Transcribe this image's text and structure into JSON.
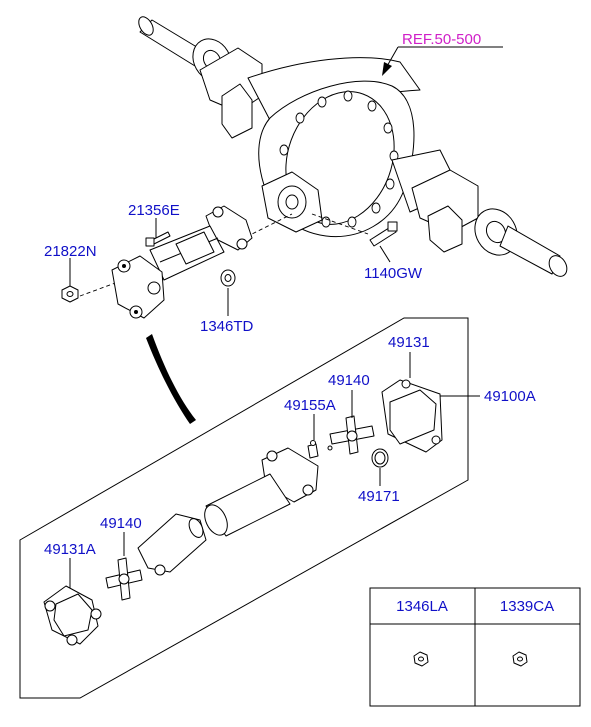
{
  "colors": {
    "part_number": "#1010c8",
    "reference": "#d020c8",
    "line": "#000000"
  },
  "labels": {
    "ref": "REF.50-500",
    "p21356E": "21356E",
    "p21822N": "21822N",
    "p1140GW": "1140GW",
    "p1346TD": "1346TD",
    "p49131": "49131",
    "p49140_top": "49140",
    "p49155A": "49155A",
    "p49100A": "49100A",
    "p49171": "49171",
    "p49140_bottom": "49140",
    "p49131A": "49131A"
  },
  "table": {
    "headers": [
      "1346LA",
      "1339CA"
    ]
  }
}
